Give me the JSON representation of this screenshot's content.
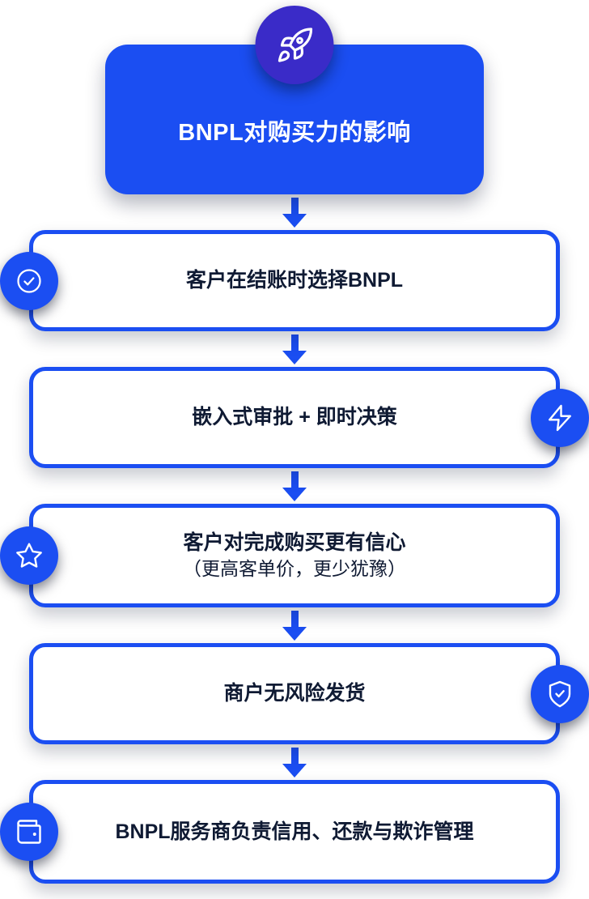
{
  "header": {
    "title": "BNPL对购买力的影响",
    "icon": "rocket-icon"
  },
  "steps": [
    {
      "title": "客户在结账时选择BNPL",
      "icon": "check-circle-icon",
      "badge_side": "left"
    },
    {
      "title": "嵌入式审批 + 即时决策",
      "icon": "lightning-icon",
      "badge_side": "right"
    },
    {
      "title": "客户对完成购买更有信心",
      "subtitle": "（更高客单价，更少犹豫）",
      "icon": "star-icon",
      "badge_side": "left"
    },
    {
      "title": "商户无风险发货",
      "icon": "shield-check-icon",
      "badge_side": "right"
    },
    {
      "title": "BNPL服务商负责信用、还款与欺诈管理",
      "icon": "wallet-icon",
      "badge_side": "left"
    }
  ],
  "colors": {
    "primary_blue": "#1b4ef2",
    "badge_indigo": "#3a2bc8",
    "text_dark": "#0f1a33",
    "card_bg": "#ffffff"
  }
}
